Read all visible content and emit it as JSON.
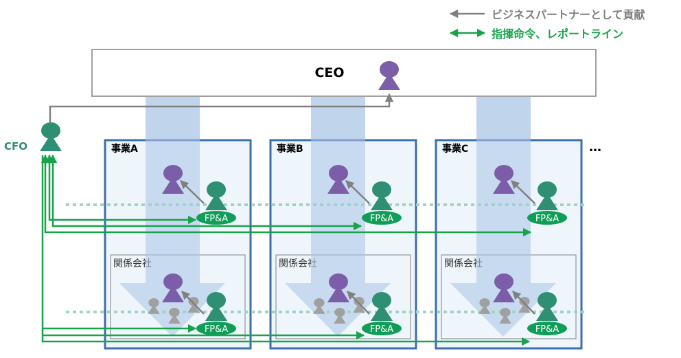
{
  "legend": {
    "partner_label": "ビジネスパートナーとして貢献",
    "command_label": "指揮命令、レポートライン"
  },
  "ceo": {
    "label": "CEO"
  },
  "cfo": {
    "label": "CFO"
  },
  "businesses": [
    {
      "label": "事業A",
      "affiliate_label": "関係会社"
    },
    {
      "label": "事業B",
      "affiliate_label": "関係会社"
    },
    {
      "label": "事業C",
      "affiliate_label": "関係会社"
    }
  ],
  "fpa_label": "FP&A",
  "ellipsis": "…",
  "colors": {
    "purple": "#7b5ea7",
    "teal": "#2f8f73",
    "green_line": "#16a34a",
    "gray_line": "#808080",
    "box_border": "#3d6faa",
    "box_fill": "#eff6fb",
    "flow_arrow": "#c5d8ee",
    "dotted": "#9fd3c3"
  }
}
